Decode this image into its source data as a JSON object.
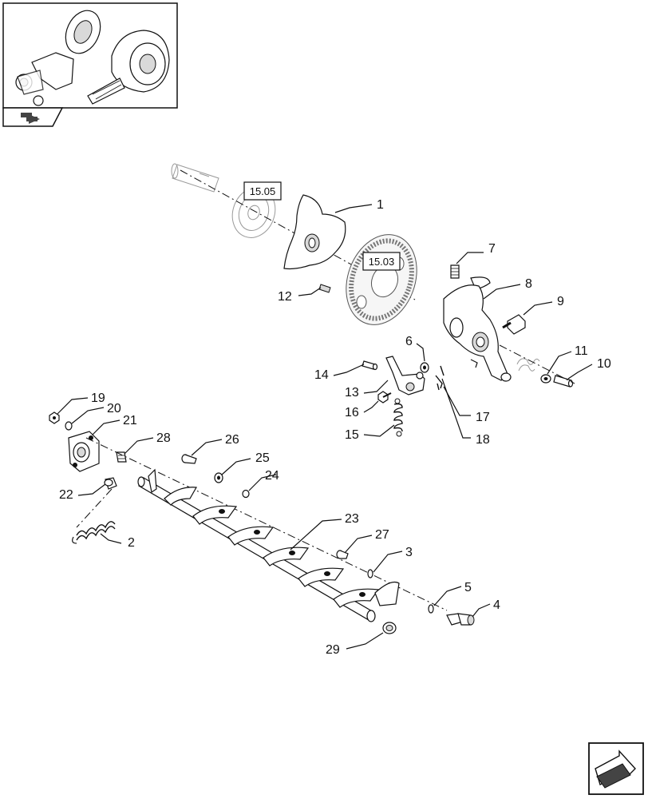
{
  "reference_boxes": [
    "15.05",
    "15.03"
  ],
  "callouts": [
    "1",
    "2",
    "3",
    "4",
    "5",
    "6",
    "7",
    "8",
    "9",
    "10",
    "11",
    "12",
    "13",
    "14",
    "15",
    "16",
    "17",
    "18",
    "19",
    "20",
    "21",
    "22",
    "23",
    "24",
    "25",
    "26",
    "27",
    "28",
    "29"
  ],
  "icons": {
    "thumbnail": "assembly-thumbnail-icon",
    "thumbnail_tab": "book-arrow-icon",
    "nav": "arrow-nav-icon"
  }
}
